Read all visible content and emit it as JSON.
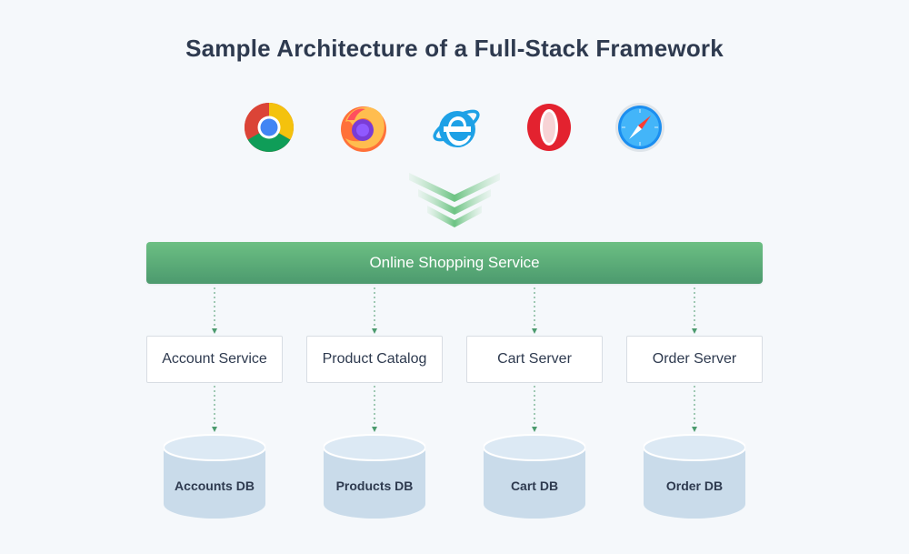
{
  "title": "Sample Architecture of a Full-Stack Framework",
  "browsers": [
    {
      "icon": "chrome-icon"
    },
    {
      "icon": "firefox-icon"
    },
    {
      "icon": "internet-explorer-icon"
    },
    {
      "icon": "opera-icon"
    },
    {
      "icon": "safari-icon"
    }
  ],
  "gateway": {
    "label": "Online Shopping Service",
    "color": "#5aab78"
  },
  "services": [
    {
      "label": "Account Service"
    },
    {
      "label": "Product Catalog"
    },
    {
      "label": "Cart Server"
    },
    {
      "label": "Order Server"
    }
  ],
  "databases": [
    {
      "label": "Accounts DB"
    },
    {
      "label": "Products DB"
    },
    {
      "label": "Cart DB"
    },
    {
      "label": "Order DB"
    }
  ],
  "colors": {
    "connector": "#4c9a6e",
    "db_fill": "#c9dbea",
    "db_top": "#dce9f4"
  }
}
